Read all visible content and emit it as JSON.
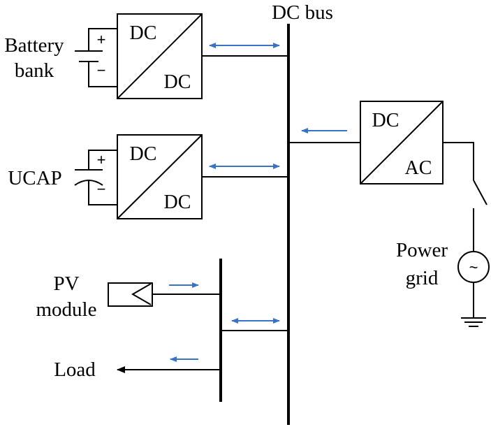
{
  "labels": {
    "dc_bus": "DC bus",
    "battery_line1": "Battery",
    "battery_line2": "bank",
    "ucap": "UCAP",
    "pv_line1": "PV",
    "pv_line2": "module",
    "load": "Load",
    "power_line1": "Power",
    "power_line2": "grid"
  },
  "converters": {
    "battery": {
      "top": "DC",
      "bottom": "DC"
    },
    "ucap": {
      "top": "DC",
      "bottom": "DC"
    },
    "grid": {
      "top": "DC",
      "bottom": "AC"
    }
  },
  "symbols": {
    "plus": "+",
    "minus": "−",
    "ac_source": "~"
  },
  "colors": {
    "flow_arrow": "#3a73c4",
    "line": "#000000"
  }
}
